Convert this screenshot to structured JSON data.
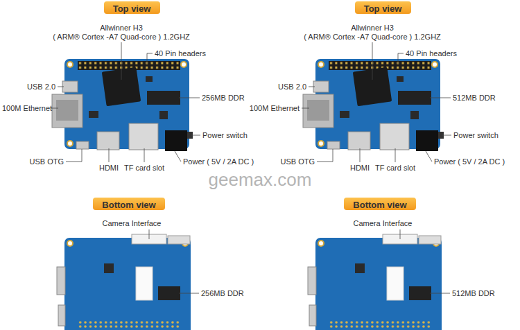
{
  "diagram": {
    "nodes": [
      {
        "text": [
          "Top view"
        ]
      },
      {
        "text": [
          "Top view"
        ]
      },
      {
        "text": [
          "Bottom view"
        ]
      },
      {
        "text": [
          "Bottom view"
        ]
      }
    ],
    "labels": [
      "Allwinner H3",
      "( ARM® Cortex -A7 Quad-core ) 1.2GHZ",
      "40 Pin headers",
      "USB 2.0",
      "256MB DDR",
      "100M Ethernet",
      "Power switch",
      "USB OTG",
      "HDMI",
      "TF card slot",
      "Power ( 5V / 2A DC )",
      "Allwinner H3",
      "( ARM® Cortex -A7 Quad-core ) 1.2GHZ",
      "40 Pin headers",
      "USB 2.0",
      "512MB DDR",
      "100M Ethernet",
      "Power switch",
      "USB OTG",
      "HDMI",
      "TF card slot",
      "Power ( 5V / 2A DC )",
      "Camera Interface",
      "256MB DDR",
      "Camera Interface",
      "512MB DDR",
      "geemax.com"
    ]
  }
}
